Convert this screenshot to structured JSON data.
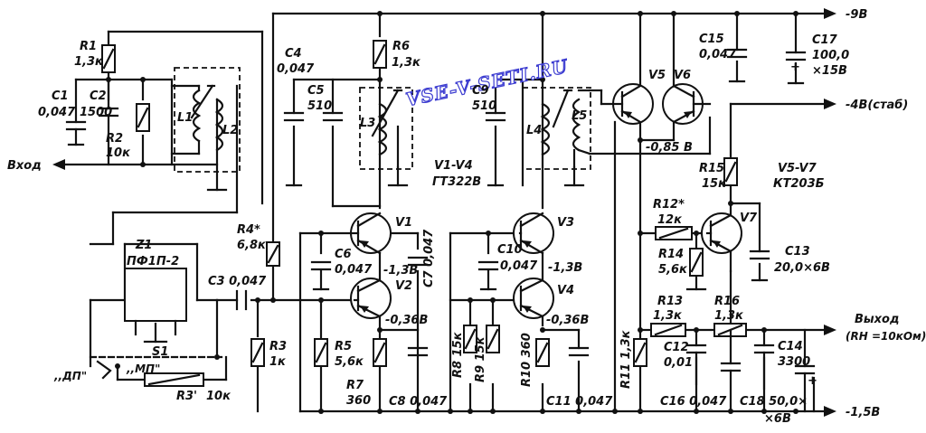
{
  "watermark": "VSE-V-SETI.RU",
  "rails": {
    "minus9": "-9В",
    "minus4": "-4В(стаб)",
    "minus15": "-1,5В",
    "input": "Вход",
    "output": "Выход",
    "output_load": "(RН =10кОм)"
  },
  "components": {
    "R1": {
      "ref": "R1",
      "value": "1,3к"
    },
    "R2": {
      "ref": "R2",
      "value": "10к"
    },
    "R3": {
      "ref": "R3",
      "value": "1к"
    },
    "R3p": {
      "ref": "R3'",
      "value": "10к"
    },
    "R4": {
      "ref": "R4*",
      "value": "6,8к"
    },
    "R5": {
      "ref": "R5",
      "value": "5,6к"
    },
    "R6": {
      "ref": "R6",
      "value": "1,3к"
    },
    "R7": {
      "ref": "R7",
      "value": "360"
    },
    "R8": {
      "label": "R8 15к"
    },
    "R9": {
      "label": "R9 15к"
    },
    "R10": {
      "label": "R10 360"
    },
    "R11": {
      "label": "R11 1,3к"
    },
    "R12": {
      "ref": "R12*",
      "value": "12к"
    },
    "R13": {
      "ref": "R13",
      "value": "1,3к"
    },
    "R14": {
      "ref": "R14",
      "value": "5,6к"
    },
    "R15": {
      "ref": "R15",
      "value": "15к"
    },
    "R16": {
      "ref": "R16",
      "value": "1,3к"
    },
    "C1": {
      "ref": "C1",
      "value": "0,047"
    },
    "C2": {
      "ref": "C2",
      "value": "1500"
    },
    "C3": {
      "label": "C3 0,047"
    },
    "C4": {
      "ref": "C4",
      "value": "0,047"
    },
    "C5": {
      "ref": "C5",
      "value": "510"
    },
    "C6": {
      "ref": "C6",
      "value": "0,047"
    },
    "C7": {
      "label": "C7 0,047"
    },
    "C8": {
      "label": "C8 0,047"
    },
    "C9": {
      "ref": "C9",
      "value": "510"
    },
    "C10": {
      "ref": "C10",
      "value": "0,047"
    },
    "C11": {
      "label": "C11 0,047"
    },
    "C12": {
      "ref": "C12",
      "value": "0,01"
    },
    "C13": {
      "ref": "C13",
      "value": "20,0×6В"
    },
    "C14": {
      "ref": "C14",
      "value": "3300"
    },
    "C15": {
      "ref": "C15",
      "value": "0,047"
    },
    "C16": {
      "label": "C16 0,047"
    },
    "C17": {
      "ref": "C17",
      "value": "100,0",
      "value2": "×15В"
    },
    "C18": {
      "label": "C18 50,0×",
      "value2": "×6В"
    },
    "L1": {
      "ref": "L1"
    },
    "L2": {
      "ref": "L2"
    },
    "L3": {
      "ref": "L3"
    },
    "L4": {
      "ref": "L4"
    },
    "L5": {
      "ref": "L5"
    },
    "V1": {
      "ref": "V1"
    },
    "V2": {
      "ref": "V2"
    },
    "V3": {
      "ref": "V3"
    },
    "V4": {
      "ref": "V4"
    },
    "V5": {
      "ref": "V5"
    },
    "V6": {
      "ref": "V6"
    },
    "V7": {
      "ref": "V7"
    },
    "Z1": {
      "ref": "Z1",
      "value": "ПФ1П-2"
    },
    "S1": {
      "ref": "S1",
      "pos_dp": ",,ДП\"",
      "pos_mp": ",,МП\""
    }
  },
  "notes": {
    "v1v4_group": "V1-V4",
    "v1v4_type": "ГТ322В",
    "v5v7_group": "V5-V7",
    "v5v7_type": "КТ203Б",
    "v1_emitter": "-1,3В",
    "v2_emitter": "-0,36В",
    "v3_emitter": "-1,3В",
    "v4_emitter": "-0,36В",
    "v56_base": "-0,85 В"
  }
}
